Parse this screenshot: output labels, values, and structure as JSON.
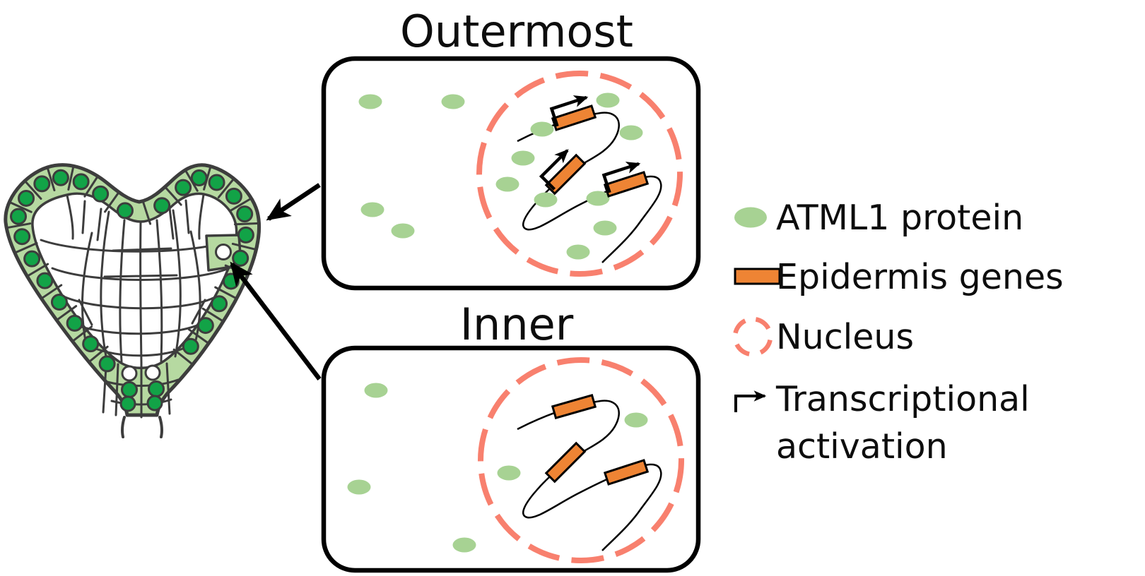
{
  "titles": {
    "outermost_panel": "Outermost",
    "inner_panel": "Inner"
  },
  "legend": {
    "items": [
      {
        "id": "atml1-protein",
        "icon": "atml1-protein-oval-icon",
        "label": "ATML1 protein"
      },
      {
        "id": "epidermis-genes",
        "icon": "epidermis-gene-rect-icon",
        "label": "Epidermis genes"
      },
      {
        "id": "nucleus",
        "icon": "nucleus-dashed-circle-icon",
        "label": "Nucleus"
      },
      {
        "id": "transcriptional-activation",
        "icon": "transcription-arrow-icon",
        "label": "Transcriptional activation",
        "line1": "Transcriptional",
        "line2": "activation"
      }
    ]
  },
  "colors": {
    "atml1_protein_green": "#a7d293",
    "epidermis_cell_green": "#b6d9a1",
    "cell_nucleus_green": "#12a347",
    "epidermis_gene_orange": "#ee8434",
    "nucleus_membrane_salmon": "#f8806e",
    "outline_gray": "#3d3d3d",
    "ink_black": "#000000"
  }
}
